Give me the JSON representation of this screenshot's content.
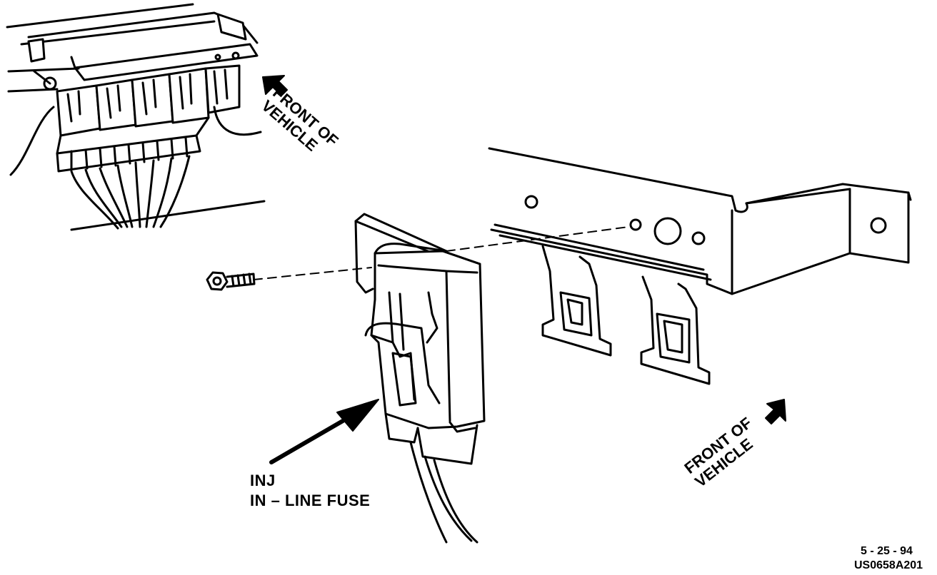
{
  "labels": {
    "fuse_line1": "INJ",
    "fuse_line2": "IN – LINE FUSE",
    "front_inset_line1": "FRONT OF",
    "front_inset_line2": "VEHICLE",
    "front_main_line1": "FRONT OF",
    "front_main_line2": "VEHICLE",
    "date": "5 - 25 - 94",
    "figure_code": "US0658A201"
  },
  "icons": {
    "arrow": "solid-direction-arrow",
    "bolt": "hex-bolt",
    "fuse": "in-line-fuse-holder"
  },
  "colors": {
    "ink": "#000000",
    "paper": "#ffffff"
  }
}
